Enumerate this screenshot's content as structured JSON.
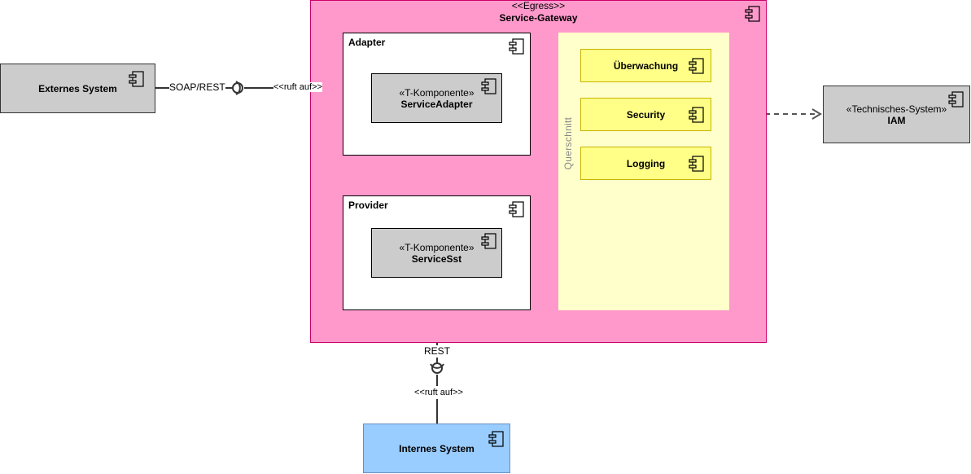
{
  "external": {
    "name": "Externes System"
  },
  "gateway": {
    "stereotype": "<<Egress>>",
    "name": "Service-Gateway"
  },
  "adapter": {
    "title": "Adapter",
    "component": {
      "stereotype": "«T-Komponente»",
      "name": "ServiceAdapter"
    }
  },
  "provider": {
    "title": "Provider",
    "component": {
      "stereotype": "«T-Komponente»",
      "name": "ServiceSst"
    }
  },
  "crosscut": {
    "title": "Querschnitt",
    "items": [
      {
        "name": "Überwachung"
      },
      {
        "name": "Security"
      },
      {
        "name": "Logging"
      }
    ]
  },
  "iam": {
    "stereotype": "«Technisches-System»",
    "name": "IAM"
  },
  "internal": {
    "name": "Internes System"
  },
  "connections": {
    "soap_label": "SOAP/REST",
    "calls_label_top": "<<ruft auf>>",
    "rest_label": "REST",
    "calls_label_bottom": "<<ruft auf>>"
  },
  "icons": {
    "component": "component-icon"
  },
  "colors": {
    "gateway_fill": "#ff99cc",
    "gateway_border": "#cc0066",
    "crosscut_fill": "#ffffcc",
    "crosscut_item_fill": "#ffff88",
    "external_fill": "#cccccc",
    "internal_fill": "#99ccff"
  }
}
